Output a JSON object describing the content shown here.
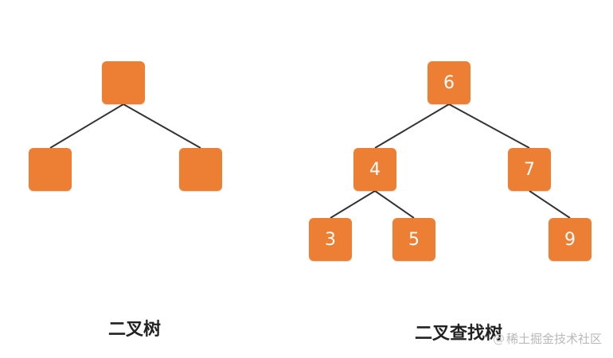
{
  "binary_tree": {
    "caption": "二叉树",
    "nodes": {
      "root": "",
      "left": "",
      "right": ""
    }
  },
  "bst": {
    "caption": "二叉查找树",
    "nodes": {
      "root": "6",
      "left": "4",
      "right": "7",
      "left_left": "3",
      "left_right": "5",
      "right_right": "9"
    }
  },
  "watermark": {
    "mark": "@",
    "text": "稀土掘金技术社区"
  },
  "colors": {
    "node_fill": "#ec7f33",
    "node_text": "#ffffff",
    "edge": "#333333"
  }
}
